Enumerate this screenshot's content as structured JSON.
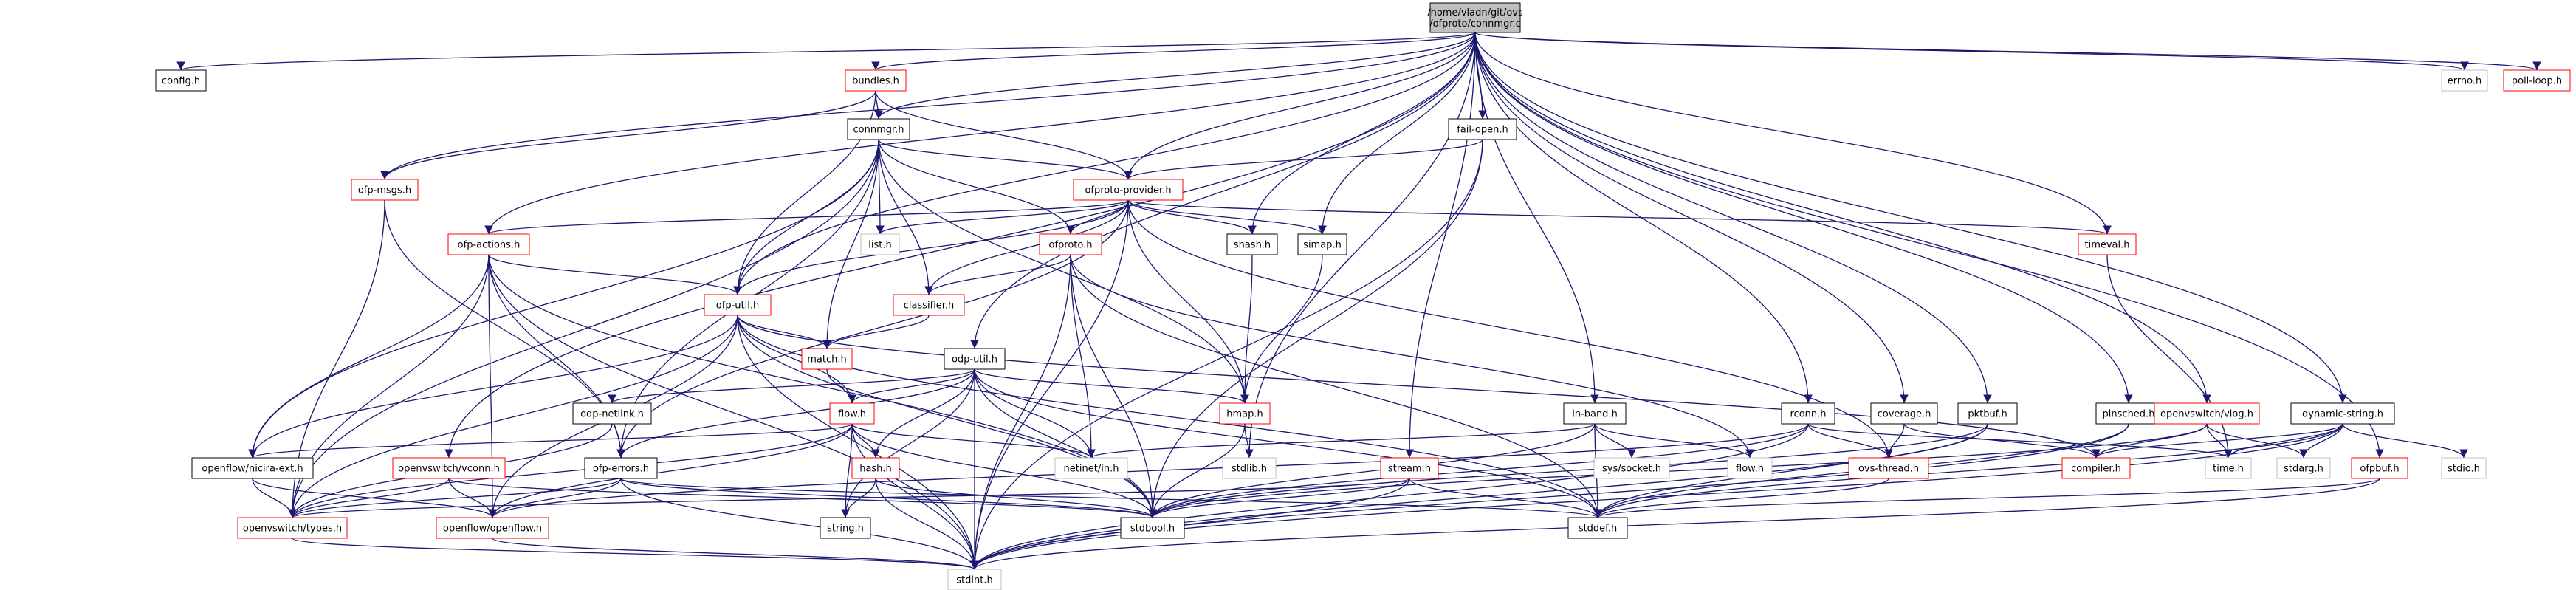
{
  "colors": {
    "edge": "#191970",
    "border_black": "#000000",
    "border_red": "#ff0000",
    "border_gray": "#bfbfbf",
    "root_fill": "#bfbfbf",
    "text": "#000000"
  },
  "nodes": [
    {
      "id": "root",
      "label": "/home/vladn/git/ovs\n/ofproto/connmgr.c",
      "style": "root"
    },
    {
      "id": "config",
      "label": "config.h",
      "style": "black"
    },
    {
      "id": "bundles",
      "label": "bundles.h",
      "style": "red"
    },
    {
      "id": "connmgr",
      "label": "connmgr.h",
      "style": "black"
    },
    {
      "id": "failopen",
      "label": "fail-open.h",
      "style": "black"
    },
    {
      "id": "errno",
      "label": "errno.h",
      "style": "gray"
    },
    {
      "id": "pollloop",
      "label": "poll-loop.h",
      "style": "red"
    },
    {
      "id": "ofpmsgs",
      "label": "ofp-msgs.h",
      "style": "red"
    },
    {
      "id": "ofprotoprovider",
      "label": "ofproto-provider.h",
      "style": "red"
    },
    {
      "id": "listh",
      "label": "list.h",
      "style": "gray"
    },
    {
      "id": "shash",
      "label": "shash.h",
      "style": "black"
    },
    {
      "id": "simap",
      "label": "simap.h",
      "style": "black"
    },
    {
      "id": "timeval",
      "label": "timeval.h",
      "style": "red"
    },
    {
      "id": "ofpactions",
      "label": "ofp-actions.h",
      "style": "red"
    },
    {
      "id": "ofproto",
      "label": "ofproto.h",
      "style": "red"
    },
    {
      "id": "classifier",
      "label": "classifier.h",
      "style": "red"
    },
    {
      "id": "ofputil",
      "label": "ofp-util.h",
      "style": "red"
    },
    {
      "id": "match",
      "label": "match.h",
      "style": "red"
    },
    {
      "id": "odputil",
      "label": "odp-util.h",
      "style": "black"
    },
    {
      "id": "odpnetlink",
      "label": "odp-netlink.h",
      "style": "black"
    },
    {
      "id": "flow",
      "label": "flow.h",
      "style": "red"
    },
    {
      "id": "hmap",
      "label": "hmap.h",
      "style": "red"
    },
    {
      "id": "inband",
      "label": "in-band.h",
      "style": "black"
    },
    {
      "id": "rconn",
      "label": "rconn.h",
      "style": "black"
    },
    {
      "id": "coverage",
      "label": "coverage.h",
      "style": "black"
    },
    {
      "id": "pktbuf",
      "label": "pktbuf.h",
      "style": "black"
    },
    {
      "id": "pinsched",
      "label": "pinsched.h",
      "style": "black"
    },
    {
      "id": "vlog",
      "label": "openvswitch/vlog.h",
      "style": "red"
    },
    {
      "id": "dynstring",
      "label": "dynamic-string.h",
      "style": "black"
    },
    {
      "id": "nicira",
      "label": "openflow/nicira-ext.h",
      "style": "black"
    },
    {
      "id": "vconn",
      "label": "openvswitch/vconn.h",
      "style": "red"
    },
    {
      "id": "ofperrors",
      "label": "ofp-errors.h",
      "style": "black"
    },
    {
      "id": "hashh",
      "label": "hash.h",
      "style": "red"
    },
    {
      "id": "netinet",
      "label": "netinet/in.h",
      "style": "gray"
    },
    {
      "id": "stdlibh",
      "label": "stdlib.h",
      "style": "gray"
    },
    {
      "id": "syssocket",
      "label": "sys/socket.h",
      "style": "gray"
    },
    {
      "id": "flowh2",
      "label": "flow.h",
      "style": "gray"
    },
    {
      "id": "ovsthread",
      "label": "ovs-thread.h",
      "style": "red"
    },
    {
      "id": "compiler",
      "label": "compiler.h",
      "style": "red"
    },
    {
      "id": "timeh",
      "label": "time.h",
      "style": "gray"
    },
    {
      "id": "stdarg",
      "label": "stdarg.h",
      "style": "gray"
    },
    {
      "id": "stdio",
      "label": "stdio.h",
      "style": "gray"
    },
    {
      "id": "ofpbuf",
      "label": "ofpbuf.h",
      "style": "red"
    },
    {
      "id": "stream",
      "label": "stream.h",
      "style": "red"
    },
    {
      "id": "ovstypes",
      "label": "openvswitch/types.h",
      "style": "red"
    },
    {
      "id": "openflow",
      "label": "openflow/openflow.h",
      "style": "red"
    },
    {
      "id": "stringh",
      "label": "string.h",
      "style": "black"
    },
    {
      "id": "stdbool",
      "label": "stdbool.h",
      "style": "black"
    },
    {
      "id": "stddef",
      "label": "stddef.h",
      "style": "black"
    },
    {
      "id": "stdint",
      "label": "stdint.h",
      "style": "gray"
    }
  ],
  "edges": [
    [
      "root",
      "config"
    ],
    [
      "root",
      "bundles"
    ],
    [
      "root",
      "connmgr"
    ],
    [
      "root",
      "failopen"
    ],
    [
      "root",
      "errno"
    ],
    [
      "root",
      "pollloop"
    ],
    [
      "root",
      "ofpmsgs"
    ],
    [
      "root",
      "ofprotoprovider"
    ],
    [
      "root",
      "ofpactions"
    ],
    [
      "root",
      "ofputil"
    ],
    [
      "root",
      "odputil"
    ],
    [
      "root",
      "shash"
    ],
    [
      "root",
      "simap"
    ],
    [
      "root",
      "timeval"
    ],
    [
      "root",
      "inband"
    ],
    [
      "root",
      "rconn"
    ],
    [
      "root",
      "coverage"
    ],
    [
      "root",
      "pktbuf"
    ],
    [
      "root",
      "pinsched"
    ],
    [
      "root",
      "vlog"
    ],
    [
      "root",
      "dynstring"
    ],
    [
      "root",
      "ofpbuf"
    ],
    [
      "root",
      "stream"
    ],
    [
      "root",
      "vconn"
    ],
    [
      "root",
      "stdlibh"
    ],
    [
      "bundles",
      "connmgr"
    ],
    [
      "bundles",
      "ofprotoprovider"
    ],
    [
      "bundles",
      "ofputil"
    ],
    [
      "bundles",
      "ofpmsgs"
    ],
    [
      "connmgr",
      "ofprotoprovider"
    ],
    [
      "connmgr",
      "listh"
    ],
    [
      "connmgr",
      "ofproto"
    ],
    [
      "connmgr",
      "classifier"
    ],
    [
      "connmgr",
      "ofputil"
    ],
    [
      "connmgr",
      "match"
    ],
    [
      "connmgr",
      "hmap"
    ],
    [
      "connmgr",
      "ofperrors"
    ],
    [
      "connmgr",
      "nicira"
    ],
    [
      "connmgr",
      "ovstypes"
    ],
    [
      "failopen",
      "ofprotoprovider"
    ],
    [
      "failopen",
      "stdbool"
    ],
    [
      "failopen",
      "stdint"
    ],
    [
      "ofpmsgs",
      "ofperrors"
    ],
    [
      "ofpmsgs",
      "ovstypes"
    ],
    [
      "ofprotoprovider",
      "listh"
    ],
    [
      "ofprotoprovider",
      "shash"
    ],
    [
      "ofprotoprovider",
      "simap"
    ],
    [
      "ofprotoprovider",
      "timeval"
    ],
    [
      "ofprotoprovider",
      "ofpactions"
    ],
    [
      "ofprotoprovider",
      "ofproto"
    ],
    [
      "ofprotoprovider",
      "classifier"
    ],
    [
      "ofprotoprovider",
      "ofputil"
    ],
    [
      "ofprotoprovider",
      "ovsthread"
    ],
    [
      "ofprotoprovider",
      "ofperrors"
    ],
    [
      "ofprotoprovider",
      "hmap"
    ],
    [
      "ofprotoprovider",
      "stdint"
    ],
    [
      "shash",
      "hmap"
    ],
    [
      "simap",
      "hmap"
    ],
    [
      "timeval",
      "timeh"
    ],
    [
      "ofpactions",
      "ofputil"
    ],
    [
      "ofpactions",
      "ofperrors"
    ],
    [
      "ofpactions",
      "nicira"
    ],
    [
      "ofpactions",
      "openflow"
    ],
    [
      "ofpactions",
      "ovstypes"
    ],
    [
      "ofpactions",
      "stdbool"
    ],
    [
      "ofpactions",
      "stdint"
    ],
    [
      "ofproto",
      "classifier"
    ],
    [
      "ofproto",
      "flowh2"
    ],
    [
      "ofproto",
      "netinet"
    ],
    [
      "ofproto",
      "stdbool"
    ],
    [
      "ofproto",
      "stddef"
    ],
    [
      "ofproto",
      "stdint"
    ],
    [
      "classifier",
      "match"
    ],
    [
      "ofputil",
      "match"
    ],
    [
      "ofputil",
      "flow"
    ],
    [
      "ofputil",
      "compiler"
    ],
    [
      "ofputil",
      "nicira"
    ],
    [
      "ofputil",
      "ovstypes"
    ],
    [
      "ofputil",
      "stdbool"
    ],
    [
      "ofputil",
      "stddef"
    ],
    [
      "ofputil",
      "stdint"
    ],
    [
      "ofputil",
      "openflow"
    ],
    [
      "match",
      "flow"
    ],
    [
      "odputil",
      "odpnetlink"
    ],
    [
      "odputil",
      "flow"
    ],
    [
      "odputil",
      "hmap"
    ],
    [
      "odputil",
      "hashh"
    ],
    [
      "odputil",
      "ofperrors"
    ],
    [
      "odputil",
      "stringh"
    ],
    [
      "odputil",
      "stdbool"
    ],
    [
      "odputil",
      "stddef"
    ],
    [
      "odputil",
      "stdint"
    ],
    [
      "odputil",
      "netinet"
    ],
    [
      "odpnetlink",
      "ovstypes"
    ],
    [
      "flow",
      "nicira"
    ],
    [
      "flow",
      "hashh"
    ],
    [
      "flow",
      "netinet"
    ],
    [
      "flow",
      "openflow"
    ],
    [
      "flow",
      "ovstypes"
    ],
    [
      "flow",
      "stringh"
    ],
    [
      "flow",
      "stdbool"
    ],
    [
      "flow",
      "stdint"
    ],
    [
      "hmap",
      "stdlibh"
    ],
    [
      "hmap",
      "stdbool"
    ],
    [
      "inband",
      "flowh2"
    ],
    [
      "inband",
      "netinet"
    ],
    [
      "inband",
      "syssocket"
    ],
    [
      "inband",
      "stdbool"
    ],
    [
      "inband",
      "stddef"
    ],
    [
      "rconn",
      "ovsthread"
    ],
    [
      "rconn",
      "timeh"
    ],
    [
      "rconn",
      "stdbool"
    ],
    [
      "rconn",
      "stdint"
    ],
    [
      "rconn",
      "openflow"
    ],
    [
      "coverage",
      "ovsthread"
    ],
    [
      "coverage",
      "compiler"
    ],
    [
      "pktbuf",
      "stddef"
    ],
    [
      "pktbuf",
      "stdbool"
    ],
    [
      "pktbuf",
      "stdint"
    ],
    [
      "pinsched",
      "stdint"
    ],
    [
      "pinsched",
      "stddef"
    ],
    [
      "vlog",
      "compiler"
    ],
    [
      "vlog",
      "timeh"
    ],
    [
      "vlog",
      "stdarg"
    ],
    [
      "vlog",
      "stdbool"
    ],
    [
      "dynstring",
      "compiler"
    ],
    [
      "dynstring",
      "stdarg"
    ],
    [
      "dynstring",
      "stddef"
    ],
    [
      "dynstring",
      "stdio"
    ],
    [
      "dynstring",
      "timeh"
    ],
    [
      "dynstring",
      "stdint"
    ],
    [
      "ofpbuf",
      "stddef"
    ],
    [
      "ofpbuf",
      "stdint"
    ],
    [
      "stream",
      "stddef"
    ],
    [
      "stream",
      "stdbool"
    ],
    [
      "stream",
      "stdint"
    ],
    [
      "stream",
      "ovstypes"
    ],
    [
      "nicira",
      "ovstypes"
    ],
    [
      "nicira",
      "openflow"
    ],
    [
      "vconn",
      "ovstypes"
    ],
    [
      "vconn",
      "openflow"
    ],
    [
      "vconn",
      "stdbool"
    ],
    [
      "ofperrors",
      "openflow"
    ],
    [
      "ofperrors",
      "stdint"
    ],
    [
      "ofperrors",
      "stdbool"
    ],
    [
      "ofperrors",
      "stddef"
    ],
    [
      "ofperrors",
      "ovstypes"
    ],
    [
      "hashh",
      "stringh"
    ],
    [
      "hashh",
      "stdbool"
    ],
    [
      "hashh",
      "stdint"
    ],
    [
      "ovsthread",
      "stddef"
    ],
    [
      "ovstypes",
      "stdint"
    ],
    [
      "openflow",
      "stdint"
    ]
  ]
}
